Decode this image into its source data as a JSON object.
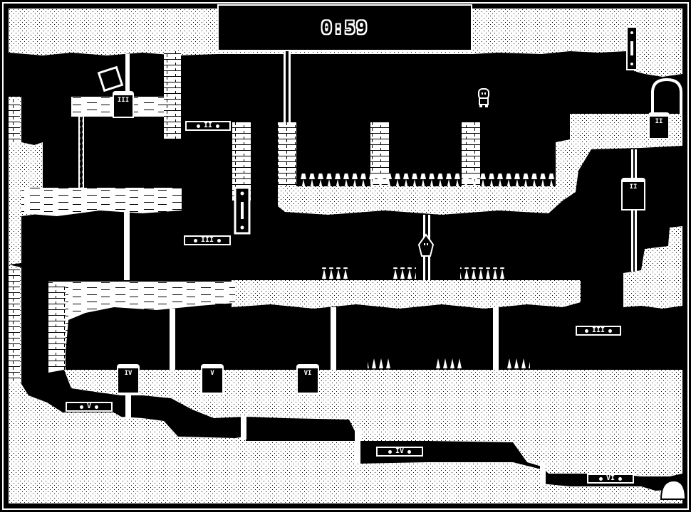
{
  "hud": {
    "timer": "0:59"
  },
  "plates": [
    {
      "id": "plate-ii-upper",
      "label": "II"
    },
    {
      "id": "plate-iii-mid",
      "label": "III"
    },
    {
      "id": "plate-iii-right",
      "label": "III"
    },
    {
      "id": "plate-v",
      "label": "V"
    },
    {
      "id": "plate-iv",
      "label": "IV"
    },
    {
      "id": "plate-vi",
      "label": "VI"
    }
  ],
  "doors": [
    {
      "id": "door-iii",
      "label": "III"
    },
    {
      "id": "door-ii-top",
      "label": "II"
    },
    {
      "id": "door-ii-lift",
      "label": "II"
    },
    {
      "id": "door-iv",
      "label": "IV"
    },
    {
      "id": "door-v",
      "label": "V"
    },
    {
      "id": "door-vi",
      "label": "VI"
    }
  ],
  "colors": {
    "background": "#000000",
    "foreground": "#ffffff"
  }
}
